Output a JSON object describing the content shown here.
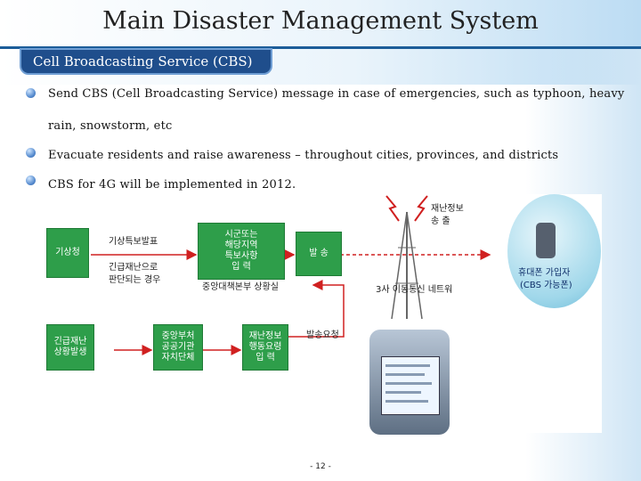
{
  "slide": {
    "title": "Main Disaster Management System",
    "tab_label": "Cell Broadcasting Service (CBS)",
    "bullets": [
      "Send CBS (Cell Broadcasting Service) message in case of emergencies, such as typhoon, heavy",
      "rain, snowstorm, etc",
      "Evacuate residents and raise awareness – throughout cities, provinces, and districts",
      "CBS for 4G will be implemented in 2012."
    ],
    "page_number": "- 12 -"
  },
  "diagram": {
    "box_kma": "기상청",
    "box_emergency": "긴급재난\n상황발생",
    "box_sido": "시군또는\n해당지역\n특보사항\n입 력",
    "box_send": "발 송",
    "box_agencies": "중앙부처\n공공기관\n자치단체",
    "box_info": "재난정보\n행동요령\n입 력",
    "label_weather_alert": "기상특보발표",
    "label_emergency_judged_1": "긴급재난으로",
    "label_emergency_judged_2": "판단되는 경우",
    "label_central_room": "중앙대책본부 상황실",
    "label_disaster_info_1": "재난정보",
    "label_disaster_info_2": "송  출",
    "label_network": "3사 이동통신 네트워",
    "label_request_send": "발송요청",
    "label_subscriber_1": "휴대폰 가입자",
    "label_subscriber_2": "(CBS 가능폰)",
    "colors": {
      "box_green": "#2e9e4a",
      "arrow_red": "#d02020",
      "tab_blue": "#1f4e8c"
    }
  }
}
